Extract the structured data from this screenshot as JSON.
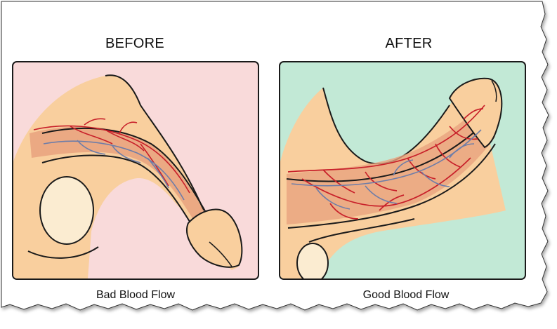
{
  "panels": [
    {
      "title": "BEFORE",
      "caption": "Bad Blood Flow",
      "background": "#f9dada"
    },
    {
      "title": "AFTER",
      "caption": "Good Blood Flow",
      "background": "#c2e9d6"
    }
  ],
  "colors": {
    "skin": "#f9cf9e",
    "skin_dark": "#e8a07a",
    "shaft_shade": "#e9a27e",
    "artery": "#c8202a",
    "vein": "#6e7da8",
    "testicle": "#fbecd1",
    "outline": "#1a1a1a"
  }
}
